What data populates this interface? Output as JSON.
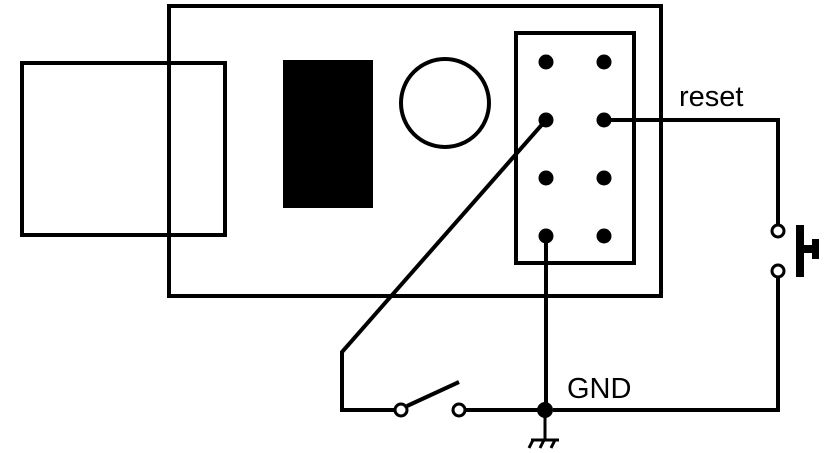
{
  "labels": {
    "reset": "reset",
    "gnd": "GND"
  },
  "colors": {
    "stroke": "#000000",
    "background": "#ffffff"
  },
  "header_pins": {
    "rows": 4,
    "cols": 2
  }
}
